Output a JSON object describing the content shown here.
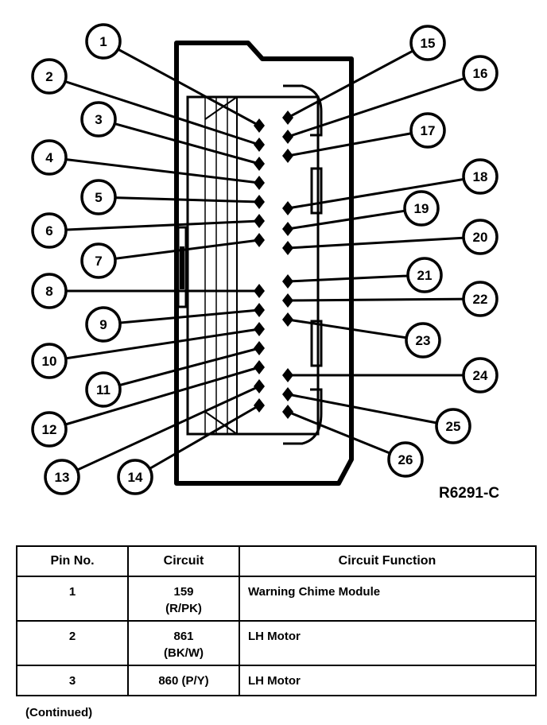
{
  "figure": {
    "id": "R6291-C",
    "left_pins": [
      "1",
      "2",
      "3",
      "4",
      "5",
      "6",
      "7",
      "8",
      "9",
      "10",
      "11",
      "12",
      "13",
      "14"
    ],
    "right_pins": [
      "15",
      "16",
      "17",
      "18",
      "19",
      "20",
      "21",
      "22",
      "23",
      "24",
      "25",
      "26"
    ]
  },
  "table": {
    "headers": {
      "pin": "Pin No.",
      "circuit": "Circuit",
      "function": "Circuit Function"
    },
    "rows": [
      {
        "pin": "1",
        "circuit": "159",
        "circuit_color": "(R/PK)",
        "function": "Warning Chime Module"
      },
      {
        "pin": "2",
        "circuit": "861",
        "circuit_color": "(BK/W)",
        "function": "LH Motor"
      },
      {
        "pin": "3",
        "circuit": "860 (P/Y)",
        "circuit_color": "",
        "function": "LH Motor"
      }
    ],
    "footer": "(Continued)"
  }
}
